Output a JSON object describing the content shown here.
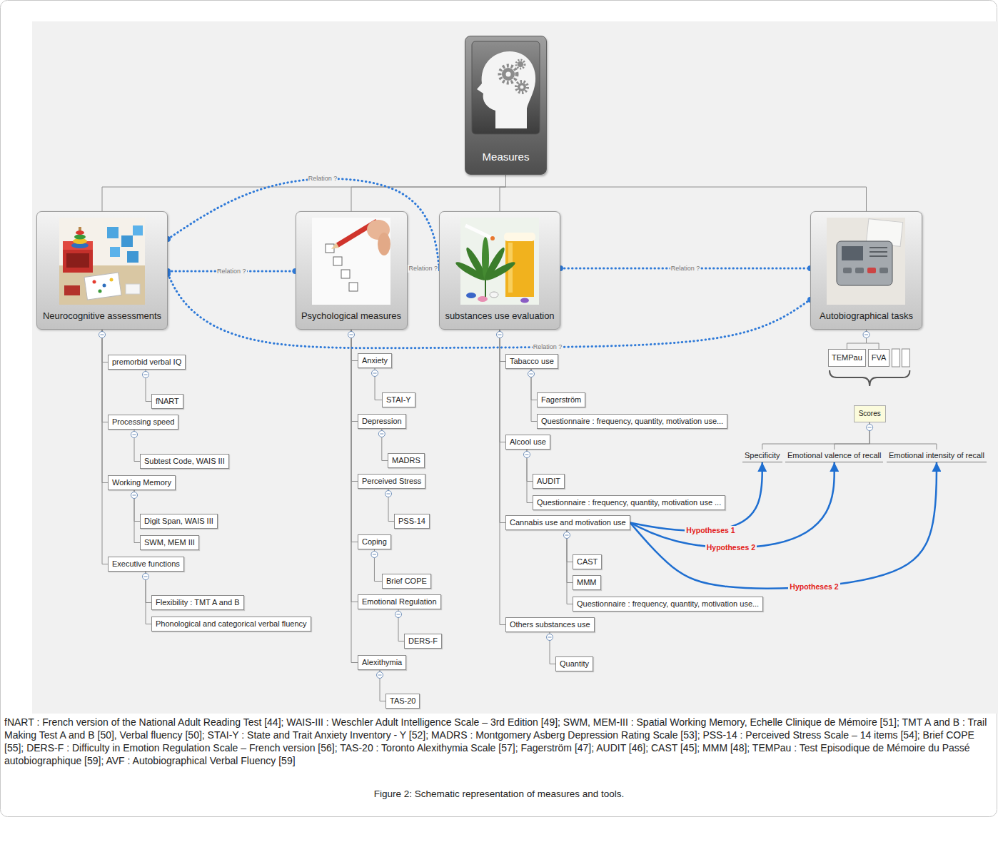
{
  "diagram": {
    "caption": "Figure 2: Schematic representation of measures and tools.",
    "nodes": [
      {
        "text": [
          "Measures"
        ]
      },
      {
        "text": [
          "Neurocognitive assessments"
        ]
      },
      {
        "text": [
          "Psychological measures"
        ]
      },
      {
        "text": [
          "substances use evaluation"
        ]
      },
      {
        "text": [
          "Autobiographical tasks"
        ]
      },
      {
        "text": [
          "premorbid verbal IQ"
        ]
      },
      {
        "text": [
          "fNART"
        ]
      },
      {
        "text": [
          "Processing speed"
        ]
      },
      {
        "text": [
          "Subtest Code, WAIS III"
        ]
      },
      {
        "text": [
          "Working Memory"
        ]
      },
      {
        "text": [
          "Digit Span, WAIS III"
        ]
      },
      {
        "text": [
          "SWM, MEM III"
        ]
      },
      {
        "text": [
          "Executive functions"
        ]
      },
      {
        "text": [
          "Flexibility : TMT A and B"
        ]
      },
      {
        "text": [
          "Phonological and categorical verbal fluency"
        ]
      },
      {
        "text": [
          "Anxiety"
        ]
      },
      {
        "text": [
          "STAI-Y"
        ]
      },
      {
        "text": [
          "Depression"
        ]
      },
      {
        "text": [
          "MADRS"
        ]
      },
      {
        "text": [
          "Perceived Stress"
        ]
      },
      {
        "text": [
          "PSS-14"
        ]
      },
      {
        "text": [
          "Coping"
        ]
      },
      {
        "text": [
          "Brief COPE"
        ]
      },
      {
        "text": [
          "Emotional Regulation"
        ]
      },
      {
        "text": [
          "DERS-F"
        ]
      },
      {
        "text": [
          "Alexithymia"
        ]
      },
      {
        "text": [
          "TAS-20"
        ]
      },
      {
        "text": [
          "Tabacco use"
        ]
      },
      {
        "text": [
          "Fagerström"
        ]
      },
      {
        "text": [
          "Questionnaire : frequency, quantity, motivation use..."
        ]
      },
      {
        "text": [
          "Alcool use"
        ]
      },
      {
        "text": [
          "AUDIT"
        ]
      },
      {
        "text": [
          "Questionnaire : frequency, quantity, motivation use ..."
        ]
      },
      {
        "text": [
          "Cannabis use and motivation use"
        ]
      },
      {
        "text": [
          "CAST"
        ]
      },
      {
        "text": [
          "MMM"
        ]
      },
      {
        "text": [
          "Questionnaire : frequency, quantity, motivation use..."
        ]
      },
      {
        "text": [
          "Others substances use"
        ]
      },
      {
        "text": [
          "Quantity"
        ]
      },
      {
        "text": [
          "TEMPau"
        ]
      },
      {
        "text": [
          "FVA"
        ]
      },
      {
        "text": [
          "Scores"
        ]
      },
      {
        "text": [
          "Specificity"
        ]
      },
      {
        "text": [
          "Emotional valence of recall"
        ]
      },
      {
        "text": [
          "Emotional intensity of recall"
        ]
      }
    ],
    "edges": [
      {
        "from": 0,
        "to": 1,
        "arrow": "none"
      },
      {
        "from": 0,
        "to": 2,
        "arrow": "none"
      },
      {
        "from": 0,
        "to": 3,
        "arrow": "none"
      },
      {
        "from": 0,
        "to": 4,
        "arrow": "none"
      },
      {
        "from": 1,
        "to": 5,
        "arrow": "none"
      },
      {
        "from": 5,
        "to": 6,
        "arrow": "none"
      },
      {
        "from": 1,
        "to": 7,
        "arrow": "none"
      },
      {
        "from": 7,
        "to": 8,
        "arrow": "none"
      },
      {
        "from": 1,
        "to": 9,
        "arrow": "none"
      },
      {
        "from": 9,
        "to": 10,
        "arrow": "none"
      },
      {
        "from": 9,
        "to": 11,
        "arrow": "none"
      },
      {
        "from": 1,
        "to": 12,
        "arrow": "none"
      },
      {
        "from": 12,
        "to": 13,
        "arrow": "none"
      },
      {
        "from": 12,
        "to": 14,
        "arrow": "none"
      },
      {
        "from": 2,
        "to": 15,
        "arrow": "none"
      },
      {
        "from": 15,
        "to": 16,
        "arrow": "none"
      },
      {
        "from": 2,
        "to": 17,
        "arrow": "none"
      },
      {
        "from": 17,
        "to": 18,
        "arrow": "none"
      },
      {
        "from": 2,
        "to": 19,
        "arrow": "none"
      },
      {
        "from": 19,
        "to": 20,
        "arrow": "none"
      },
      {
        "from": 2,
        "to": 21,
        "arrow": "none"
      },
      {
        "from": 21,
        "to": 22,
        "arrow": "none"
      },
      {
        "from": 2,
        "to": 23,
        "arrow": "none"
      },
      {
        "from": 23,
        "to": 24,
        "arrow": "none"
      },
      {
        "from": 2,
        "to": 25,
        "arrow": "none"
      },
      {
        "from": 25,
        "to": 26,
        "arrow": "none"
      },
      {
        "from": 3,
        "to": 27,
        "arrow": "none"
      },
      {
        "from": 27,
        "to": 28,
        "arrow": "none"
      },
      {
        "from": 27,
        "to": 29,
        "arrow": "none"
      },
      {
        "from": 3,
        "to": 30,
        "arrow": "none"
      },
      {
        "from": 30,
        "to": 31,
        "arrow": "none"
      },
      {
        "from": 30,
        "to": 32,
        "arrow": "none"
      },
      {
        "from": 3,
        "to": 33,
        "arrow": "none"
      },
      {
        "from": 33,
        "to": 34,
        "arrow": "none"
      },
      {
        "from": 33,
        "to": 35,
        "arrow": "none"
      },
      {
        "from": 33,
        "to": 36,
        "arrow": "none"
      },
      {
        "from": 3,
        "to": 37,
        "arrow": "none"
      },
      {
        "from": 37,
        "to": 38,
        "arrow": "none"
      },
      {
        "from": 4,
        "to": 39,
        "arrow": "none"
      },
      {
        "from": 4,
        "to": 40,
        "arrow": "none"
      },
      {
        "from": 41,
        "to": 42,
        "arrow": "none"
      },
      {
        "from": 41,
        "to": 43,
        "arrow": "none"
      },
      {
        "from": 41,
        "to": 44,
        "arrow": "none"
      },
      {
        "from": 1,
        "to": 3,
        "label": "Relation ?",
        "arrow": "none"
      },
      {
        "from": 1,
        "to": 2,
        "label": "Relation ?",
        "arrow": "none"
      },
      {
        "from": 2,
        "to": 3,
        "label": "Relation ?",
        "arrow": "none"
      },
      {
        "from": 3,
        "to": 4,
        "label": "Relation ?",
        "arrow": "none"
      },
      {
        "from": 1,
        "to": 4,
        "label": "Relation ?",
        "arrow": "none"
      },
      {
        "from": 33,
        "to": 42,
        "label": "Hypotheses 1",
        "arrow": "to"
      },
      {
        "from": 33,
        "to": 43,
        "label": "Hypotheses 2",
        "arrow": "to"
      },
      {
        "from": 33,
        "to": 44,
        "label": "Hypotheses 2",
        "arrow": "to"
      }
    ],
    "labels": [
      "fNART : French version of the National Adult Reading Test [44]; WAIS-III : Weschler Adult Intelligence Scale – 3rd Edition [49]; SWM, MEM-III : Spatial Working Memory, Echelle Clinique de Mémoire [51]; TMT A and B : Trail Making Test A and B [50], Verbal fluency [50]; STAI-Y : State and Trait Anxiety Inventory - Y [52]; MADRS : Montgomery Asberg Depression Rating Scale [53]; PSS-14 : Perceived Stress Scale – 14 items [54]; Brief COPE [55]; DERS-F : Difficulty in Emotion Regulation Scale – French version [56]; TAS-20 : Toronto Alexithymia Scale [57]; Fagerström [47]; AUDIT [46]; CAST [45]; MMM [48]; TEMPau : Test Episodique de Mémoire du Passé autobiographique [59]; AVF : Autobiographical Verbal Fluency [59]"
    ]
  }
}
